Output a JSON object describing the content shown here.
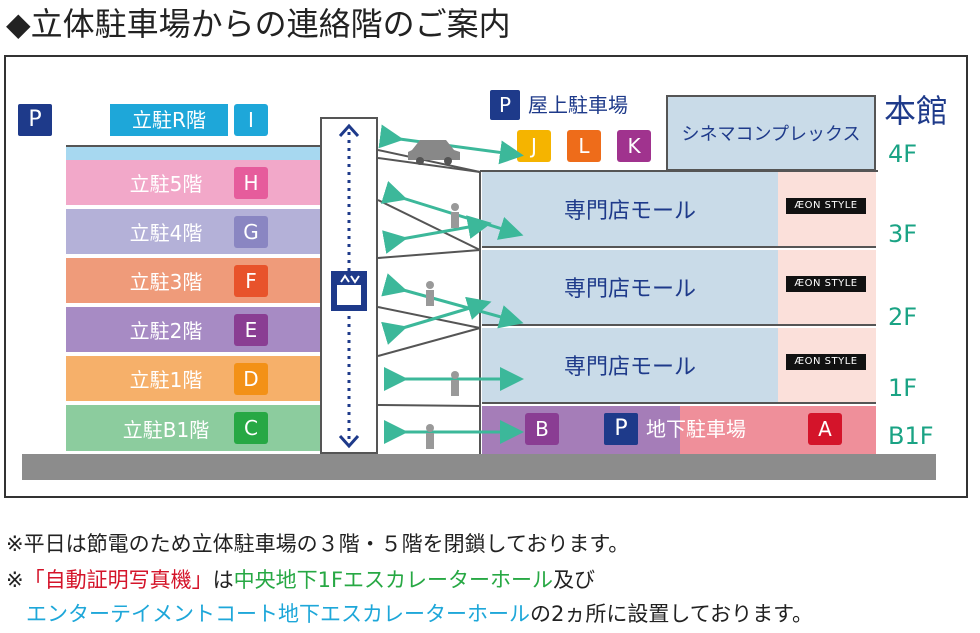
{
  "title": "◆立体駐車場からの連絡階のご案内",
  "parking_symbol": "P",
  "roof_floor": {
    "label": "立駐R階",
    "badge": "I",
    "color": "#1ea7d9"
  },
  "floors": [
    {
      "label": "立駐5階",
      "badge": "H",
      "bg": "#f2a8c9",
      "badge_color": "#e65c9c"
    },
    {
      "label": "立駐4階",
      "badge": "G",
      "bg": "#b4b1d8",
      "badge_color": "#8a86c2"
    },
    {
      "label": "立駐3階",
      "badge": "F",
      "bg": "#ef9b7a",
      "badge_color": "#e8532b"
    },
    {
      "label": "立駐2階",
      "badge": "E",
      "bg": "#a78bc4",
      "badge_color": "#8a3d93"
    },
    {
      "label": "立駐1階",
      "badge": "D",
      "bg": "#f6b06a",
      "badge_color": "#f39117"
    },
    {
      "label": "立駐B1階",
      "badge": "C",
      "bg": "#8ccc9e",
      "badge_color": "#27a844"
    }
  ],
  "rooftop": {
    "label": "屋上駐車場",
    "badges": [
      {
        "text": "J",
        "color": "#f5b400"
      },
      {
        "text": "L",
        "color": "#ee6c1a"
      },
      {
        "text": "K",
        "color": "#a0338e"
      }
    ]
  },
  "cinema": "シネマコンプレックス",
  "main_building": "本館",
  "mall_label": "専門店モール",
  "aeon_label": "ÆON STYLE",
  "floor_labels": [
    "4F",
    "3F",
    "2F",
    "1F",
    "B1F"
  ],
  "basement": {
    "label": "地下駐車場",
    "left_badge": "B",
    "right_badge": "A"
  },
  "notes": {
    "line1": "※平日は節電のため立体駐車場の３階・５階を閉鎖しております。",
    "line2_prefix": "※",
    "line2_red": "「自動証明写真機」",
    "line2_mid": "は",
    "line2_green": "中央地下1Fエスカレーターホール",
    "line2_suffix": "及び",
    "line3_blue": "エンターテイメントコート地下エスカレーターホール",
    "line3_suffix": "の2ヵ所に設置しております。"
  }
}
